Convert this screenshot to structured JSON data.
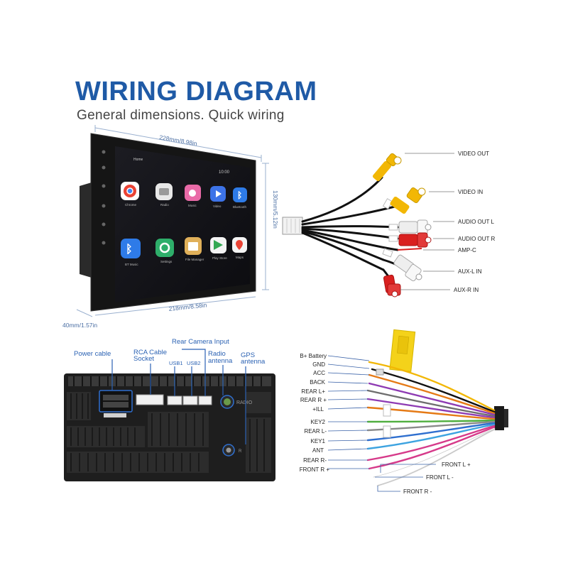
{
  "header": {
    "title": "WIRING DIAGRAM",
    "subtitle": "General dimensions. Quick wiring"
  },
  "dimensions": {
    "top": "228mm/8.98in",
    "bottom": "218mm/8.58in",
    "side": "130mm/5.12in",
    "depth": "40mm/1.57in"
  },
  "screen": {
    "home_label": "Home",
    "status_time": "10:00",
    "apps": [
      "Chrome",
      "Radio",
      "Music",
      "Video",
      "Bluetooth",
      "BT Music",
      "Settings",
      "File Manager",
      "Play Store",
      "Maps"
    ]
  },
  "ports": {
    "power_cable": "Power cable",
    "rca_cable_line1": "RCA Cable",
    "rca_cable_line2": "Socket",
    "usb1": "USB1",
    "usb2": "USB2",
    "rear_camera": "Rear Camera Input",
    "radio_line1": "Radio",
    "radio_line2": "antenna",
    "gps_line1": "GPS",
    "gps_line2": "antenna",
    "radio_marking": "RADIO"
  },
  "rca_labels": [
    "VIDEO OUT",
    "VIDEO IN",
    "AUDIO OUT L",
    "AUDIO OUT R",
    "AMP-C",
    "AUX-L IN",
    "AUX-R IN"
  ],
  "harness_labels_left": [
    "B+ Battery",
    "GND",
    "ACC",
    "BACK",
    "REAR L+",
    "REAR R +",
    "+ILL",
    "KEY2",
    "REAR L-",
    "KEY1",
    "ANT",
    "REAR R-",
    "FRONT R +"
  ],
  "harness_labels_right": [
    "FRONT L +",
    "FRONT L -",
    "FRONT R -"
  ],
  "colors": {
    "title": "#1f5aa6",
    "callout": "#2b62b3",
    "rca_yellow": "#f2b705",
    "rca_red": "#d9201f",
    "rca_white": "#eeeeee"
  }
}
